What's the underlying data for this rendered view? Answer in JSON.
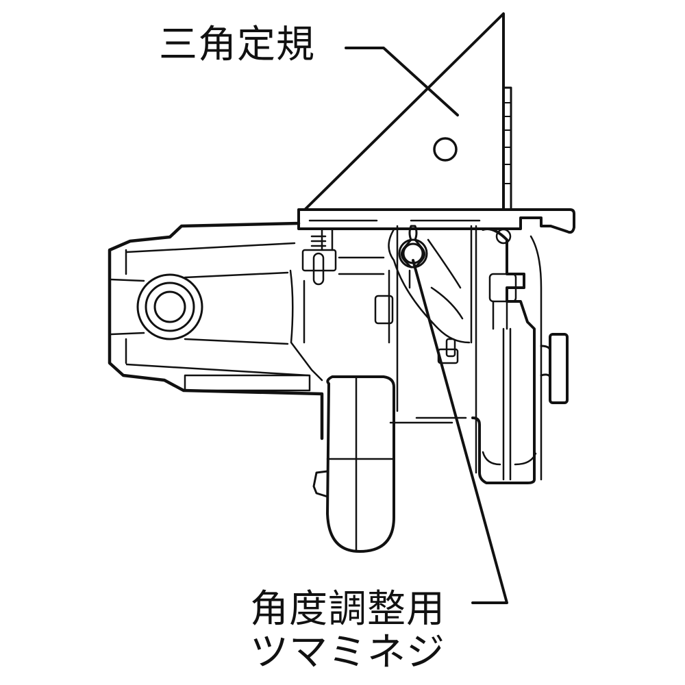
{
  "diagram": {
    "subject": "circular saw, front view, with triangle square set on base plate",
    "line_color": "#111111",
    "background": "#ffffff",
    "callouts": [
      {
        "id": "triangle-square",
        "text": "三角定規",
        "points_to": "triangle square standing on base plate"
      },
      {
        "id": "angle-adjust-knob",
        "text_line1": "角度調整用",
        "text_line2": "ツマミネジ",
        "points_to": "bevel angle adjustment knob screw"
      }
    ]
  }
}
